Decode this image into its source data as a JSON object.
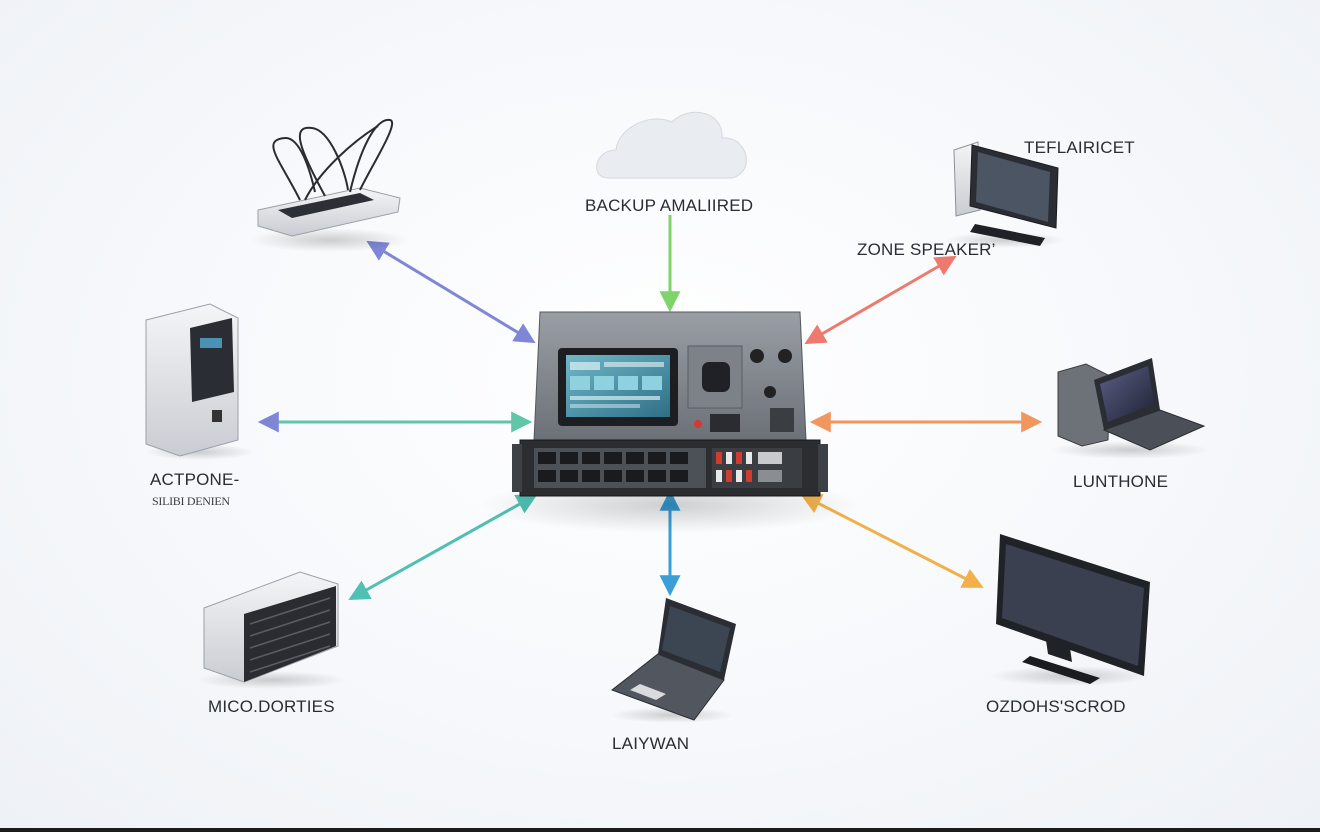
{
  "diagram": {
    "hub": {
      "name": "central-rack-unit"
    },
    "nodes": [
      {
        "id": "top-left",
        "label": ""
      },
      {
        "id": "top",
        "label": "BACKUP AMALIIRED"
      },
      {
        "id": "top-right",
        "label": "TEFLAIRICET"
      },
      {
        "id": "right-upper",
        "label": "ZONE SPEAKER’"
      },
      {
        "id": "left",
        "label": "ACTPONE-",
        "sublabel": "SILIBI DENIEN"
      },
      {
        "id": "right",
        "label": "LUNTHONE"
      },
      {
        "id": "bottom-left",
        "label": "MICO.DORTIES"
      },
      {
        "id": "bottom",
        "label": "LAIYWAN"
      },
      {
        "id": "bottom-right",
        "label": "OZDOHS'SCROD"
      }
    ],
    "colors": {
      "arrow_top_left": "#7f86d6",
      "arrow_top": "#7fd36b",
      "arrow_top_right": "#ee7a6f",
      "arrow_left": "#5fc6a8",
      "arrow_right": "#f2965f",
      "arrow_bottom_left": "#4fc0b3",
      "arrow_bottom": "#3a9fd6",
      "arrow_bottom_right": "#f1b04a"
    }
  }
}
